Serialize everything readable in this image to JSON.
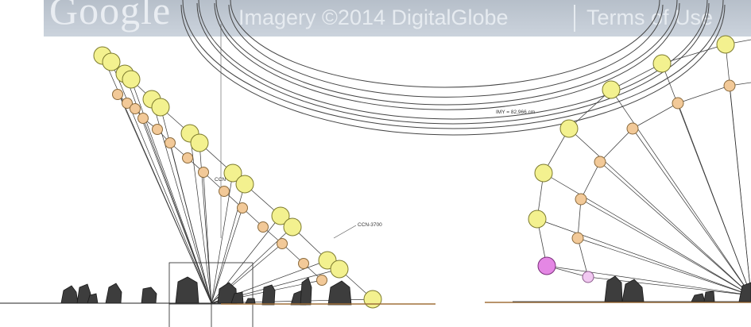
{
  "banner": {
    "logo_text": "Google",
    "imagery_credit": "Imagery ©2014 DigitalGlobe",
    "terms_link": "Terms of Use"
  },
  "labels": {
    "ccn_partial": "CCN",
    "ccn_3700": "CCN-3700",
    "imy": "IMY = 82,966 cm"
  },
  "colors": {
    "yellow_marker": "#f3f18f",
    "orange_marker": "#f2c998",
    "magenta_marker": "#e487e4",
    "light_magenta_marker": "#f1c8f1",
    "stone": "#3d3d3d",
    "ground_line": "#a0703a"
  }
}
